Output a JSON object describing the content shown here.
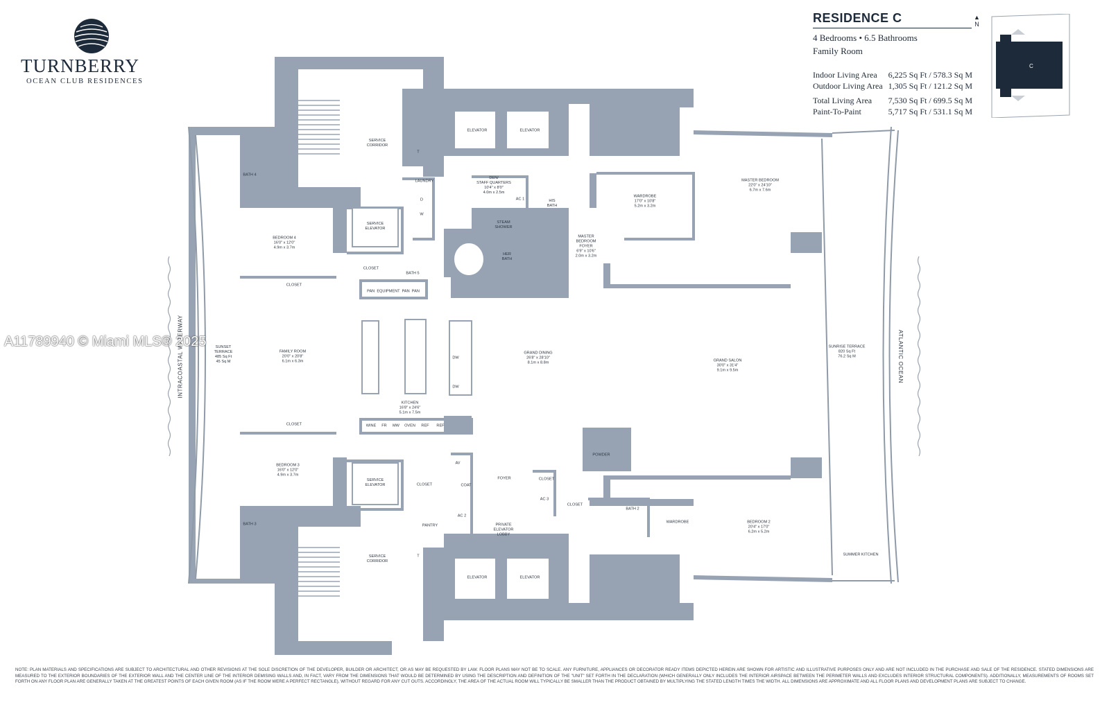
{
  "brand": {
    "name": "TURNBERRY",
    "subtitle": "OCEAN CLUB RESIDENCES"
  },
  "residence": {
    "title": "RESIDENCE C",
    "bedrooms_baths": "4 Bedrooms • 6.5 Bathrooms",
    "extra_room": "Family Room",
    "areas": [
      {
        "label": "Indoor Living Area",
        "value": "6,225 Sq Ft / 578.3 Sq M"
      },
      {
        "label": "Outdoor Living Area",
        "value": "1,305 Sq Ft / 121.2 Sq M"
      },
      {
        "label": "Total Living Area",
        "value": "7,530 Sq Ft / 699.5 Sq M"
      },
      {
        "label": "Paint-To-Paint",
        "value": "5,717 Sq Ft / 531.1 Sq M"
      }
    ],
    "north": "N",
    "keyplan_unit": "C"
  },
  "side_labels": {
    "west": "INTRACOASTAL WATERWAY",
    "east": "ATLANTIC OCEAN"
  },
  "rooms": {
    "service_corridor_top": "SERVICE\nCORRIDOR",
    "laundry": "LAUNDRY",
    "elevator_1": "ELEVATOR",
    "elevator_2": "ELEVATOR",
    "den": "DEN/\nSTAFF QUARTERS\n10'4\" x 8'0\"\n4.0m x 2.5m",
    "ac1": "AC 1",
    "his_bath": "HIS\nBATH",
    "wardrobe_master": "WARDROBE\n17'0\" x 10'8\"\n5.2m x 3.2m",
    "master_bedroom": "MASTER BEDROOM\n22'0\" x 24'10\"\n6.7m x 7.6m",
    "bath4": "BATH 4",
    "bedroom4": "BEDROOM 4\n16'0\" x 12'0\"\n4.9m x 3.7m",
    "service_elevator_top": "SERVICE\nELEVATOR",
    "steam_shower": "STEAM\nSHOWER",
    "her_bath": "HER\nBATH",
    "master_foyer": "MASTER\nBEDROOM\nFOYER\n6'9\" x 10'6\"\n2.0m x 3.2m",
    "closet_mid": "CLOSET",
    "bath5": "BATH 5",
    "closet_b4": "CLOSET",
    "pan_equipment": "PAN  EQUIPMENT  PAN  PAN",
    "sunset_terrace": "SUNSET\nTERRACE\n485 Sq Ft\n45 Sq M",
    "family_room": "FAMILY ROOM\n20'0\" x 20'8\"\n6.1m x 6.3m",
    "grand_dining": "GRAND DINING\n26'8\" x 28'10\"\n8.1m x 8.8m",
    "grand_salon": "GRAND SALON\n30'0\" x 31'4\"\n9.1m x 9.5m",
    "sunrise_terrace": "SUNRISE TERRACE\n820 Sq Ft\n76.2 Sq M",
    "dw1": "DW",
    "dw2": "DW",
    "kitchen": "KITCHEN\n16'8\" x 24'6\"\n5.1m x 7.5m",
    "closet_fr": "CLOSET",
    "appliances": [
      "WINE",
      "FR",
      "MW",
      "OVEN",
      "REF",
      "REF"
    ],
    "powder": "POWDER",
    "bedroom3": "BEDROOM 3\n16'0\" x 12'0\"\n4.9m x 3.7m",
    "service_elevator_bottom": "SERVICE\nELEVATOR",
    "closet_b3": "CLOSET",
    "av": "AV",
    "coat": "COAT",
    "foyer": "FOYER",
    "closet_foyer": "CLOSET",
    "ac3": "AC 3",
    "closet_ac3": "CLOSET",
    "bath2": "BATH 2",
    "wardrobe_b2": "WARDROBE",
    "bedroom2": "BEDROOM 2\n20'4\" x 17'0\"\n6.2m x 5.2m",
    "ac2": "AC 2",
    "pantry": "PANTRY",
    "private_lobby": "PRIVATE\nELEVATOR\nLOBBY",
    "bath3": "BATH 3",
    "service_corridor_bottom": "SERVICE\nCORRIDOR",
    "elevator_3": "ELEVATOR",
    "elevator_4": "ELEVATOR",
    "summer_kitchen": "SUMMER KITCHEN",
    "trash_top": "T",
    "trash_bottom": "T",
    "d": "D",
    "w": "W"
  },
  "watermark": "A11789940 © Miami MLS® 2025",
  "disclaimer": "NOTE: PLAN MATERIALS AND SPECIFICATIONS ARE SUBJECT TO ARCHITECTURAL AND OTHER REVISIONS AT THE SOLE DISCRETION OF THE DEVELOPER, BUILDER OR ARCHITECT, OR AS MAY BE REQUESTED BY LAW. FLOOR PLANS MAY NOT BE TO SCALE. ANY FURNITURE, APPLIANCES OR DECORATOR READY ITEMS DEPICTED HEREIN ARE SHOWN FOR ARTISTIC AND ILLUSTRATIVE PURPOSES ONLY AND ARE NOT INCLUDED IN THE PURCHASE AND SALE OF THE RESIDENCE. STATED DIMENSIONS ARE MEASURED TO THE EXTERIOR BOUNDARIES OF THE EXTERIOR WALL AND THE CENTER LINE OF THE INTERIOR DEMISING WALLS AND, IN FACT, VARY FROM THE DIMENSIONS THAT WOULD BE DETERMINED BY USING THE DESCRIPTION AND DEFINITION OF THE \"UNIT\" SET FORTH IN THE DECLARATION (WHICH GENERALLY ONLY INCLUDES THE INTERIOR AIRSPACE BETWEEN THE PERIMETER WALLS AND EXCLUDES INTERIOR STRUCTURAL COMPONENTS). ADDITIONALLY, MEASUREMENTS OF ROOMS SET FORTH ON ANY FLOOR PLAN ARE GENERALLY TAKEN AT THE GREATEST POINTS OF EACH GIVEN ROOM (AS IF THE ROOM WERE A PERFECT RECTANGLE), WITHOUT REGARD FOR ANY CUT OUTS. ACCORDINGLY, THE AREA OF THE ACTUAL ROOM WILL TYPICALLY BE SMALLER THAN THE PRODUCT OBTAINED BY MULTIPLYING THE STATED LENGTH TIMES THE WIDTH. ALL DIMENSIONS ARE APPROXIMATE AND ALL FLOOR PLANS AND DEVELOPMENT PLANS ARE SUBJECT TO CHANGE."
}
